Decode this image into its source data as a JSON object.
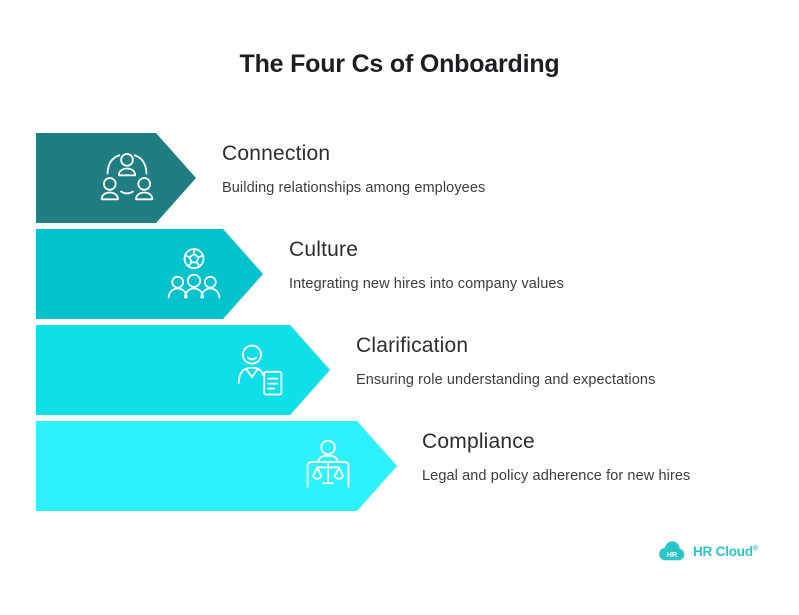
{
  "title": "The Four Cs of Onboarding",
  "steps": [
    {
      "label": "Connection",
      "description": "Building relationships among employees",
      "icon": "team-network-icon",
      "color": "#1f7e81"
    },
    {
      "label": "Culture",
      "description": "Integrating new hires into company values",
      "icon": "culture-team-icon",
      "color": "#00c3ce"
    },
    {
      "label": "Clarification",
      "description": "Ensuring role understanding and expectations",
      "icon": "person-document-icon",
      "color": "#0fdfe9"
    },
    {
      "label": "Compliance",
      "description": "Legal and policy adherence for new hires",
      "icon": "justice-scales-icon",
      "color": "#2df2fd"
    }
  ],
  "logo": {
    "badge": "HR",
    "name": "HR Cloud",
    "registered_mark": "®",
    "color": "#29c5c8"
  },
  "colors": {
    "background": "#ffffff",
    "title_text": "#1c1e21",
    "step_label_text": "#2d2d2d",
    "step_description_text": "#3c3c3c",
    "icon_stroke": "#ffffff"
  }
}
